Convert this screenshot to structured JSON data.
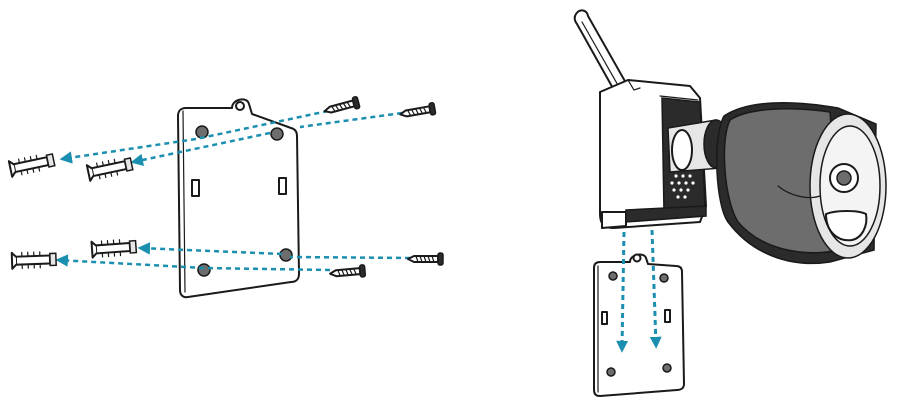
{
  "figure": {
    "panels": [
      "mounting-plate-to-wall",
      "camera-onto-plate"
    ],
    "arrow_color": "#1a8fb0",
    "line_color": "#1a1a1a",
    "screw_count": 4,
    "wall_anchor_count": 4,
    "icons": [
      "screw-icon",
      "wall-anchor-icon",
      "mounting-plate-icon",
      "camera-icon",
      "antenna-icon"
    ]
  }
}
